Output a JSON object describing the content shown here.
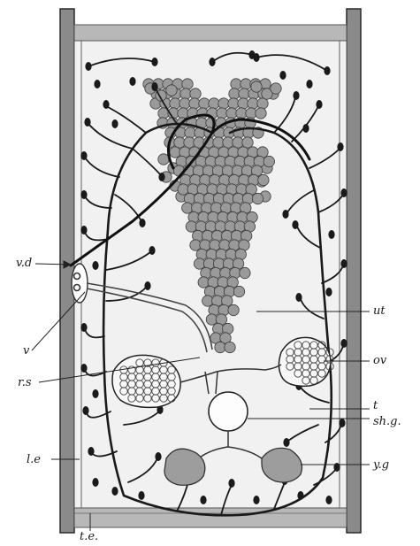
{
  "labels": {
    "vd": "v.d",
    "v": "v",
    "rs": "r.s",
    "le": "l.e",
    "te": "t.e.",
    "ut": "ut",
    "ov": "ov",
    "t": "t",
    "shg": "sh.g.",
    "yg": "y.g"
  },
  "colors": {
    "ink": "#1a1a1a",
    "frame": "#6e6e6e",
    "frame_light": "#b8b8b8",
    "segment_fill": "#f1f1f1",
    "egg_fill": "#9a9a9a",
    "egg_stroke": "#3a3a3a",
    "ovary_fill": "#f8f8f8",
    "yolk_fill": "#9d9d9d"
  }
}
